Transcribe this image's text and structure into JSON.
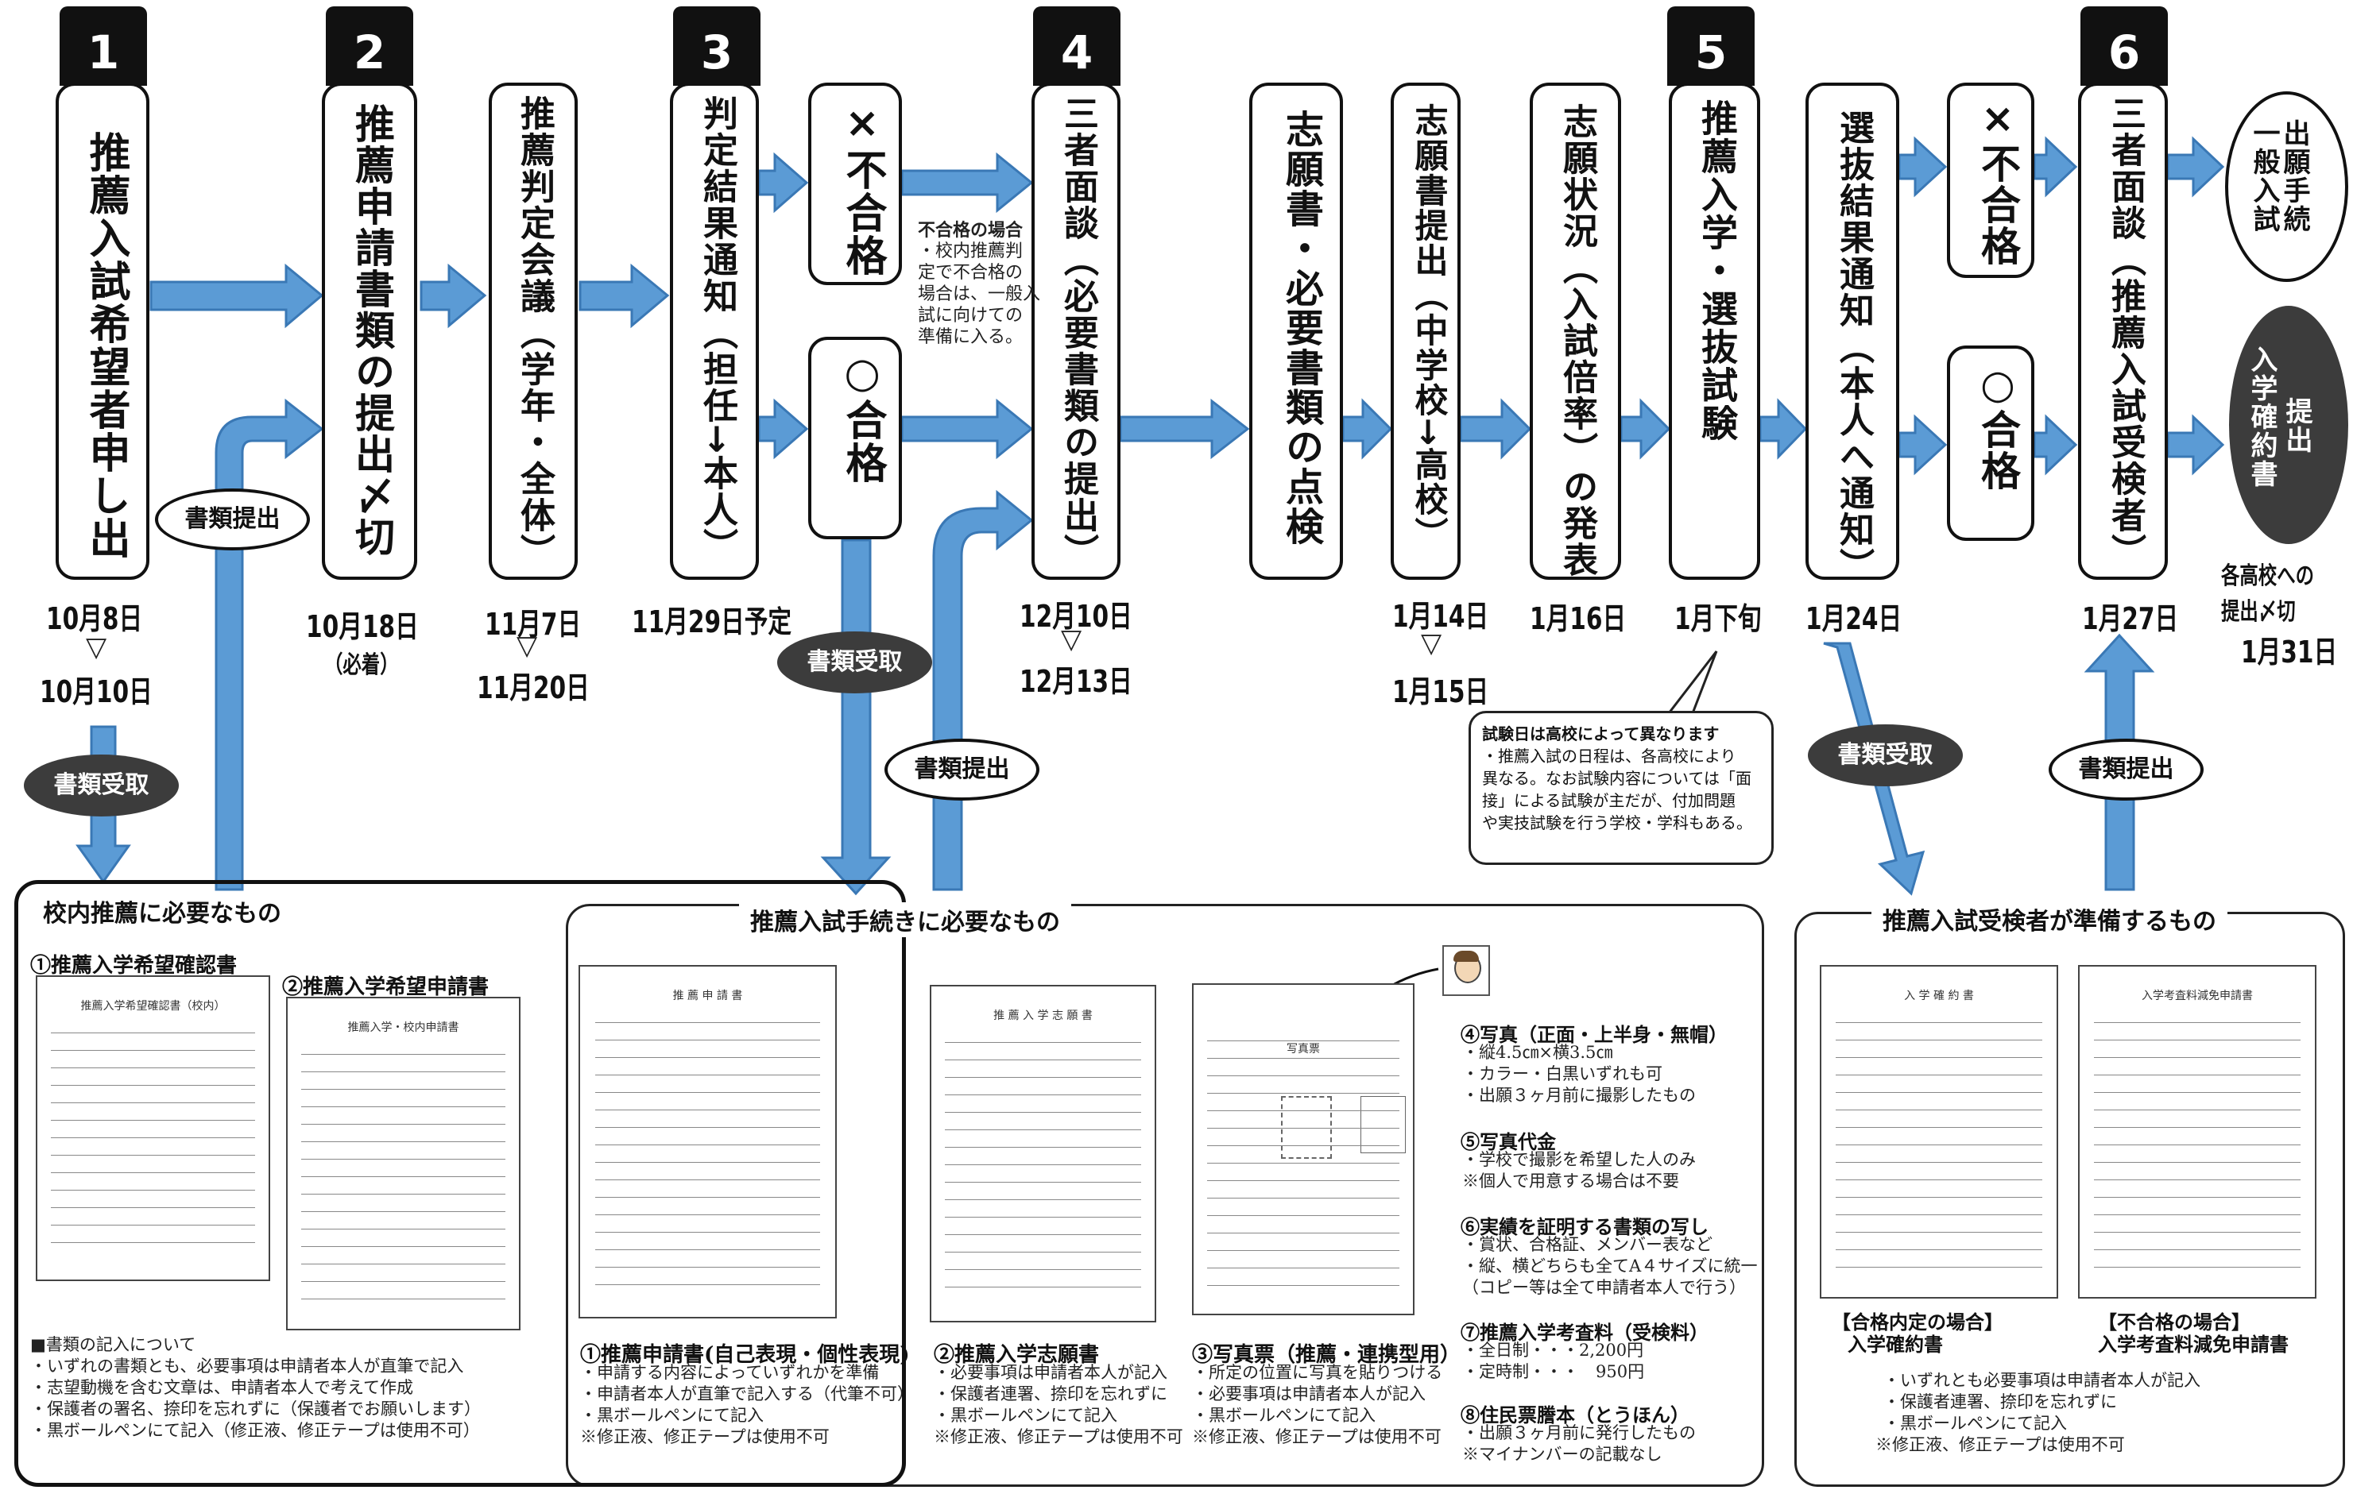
{
  "steps": [
    "1",
    "2",
    "3",
    "4",
    "5",
    "6"
  ],
  "boxes": {
    "b1": "推薦入試希望者申し出",
    "b2": "推薦申請書類の提出〆切",
    "b2b": "推薦判定会議（学年・全体）",
    "b3": "判定結果通知（担任→本人）",
    "fail1": "×不合格",
    "pass1": "○合格",
    "b4": "三者面談（必要書類の提出）",
    "check": "志願書・必要書類の点検",
    "submit": "志願書提出（中学校→高校）",
    "ratio": "志願状況（入試倍率）の発表",
    "b5": "推薦入学・選抜試験",
    "result": "選抜結果通知（本人へ通知）",
    "fail2": "×不合格",
    "pass2": "○合格",
    "b6": "三者面談（推薦入試受検者）"
  },
  "general_exam": [
    "出願手続",
    "一般入試"
  ],
  "enroll": [
    "提出",
    "入学確約書"
  ],
  "dates": {
    "d1a": "10月8日",
    "d1b": "10月10日",
    "d2": "10月18日",
    "d2note": "（必着）",
    "d3a": "11月7日",
    "d3b": "11月20日",
    "d4": "11月29日予定",
    "d5a": "12月10日",
    "d5b": "12月13日",
    "d6a": "1月14日",
    "d6b": "1月15日",
    "d7": "1月16日",
    "d8": "1月下旬",
    "d9": "1月24日",
    "d10": "1月27日",
    "d11a": "各高校への",
    "d11b": "提出〆切",
    "d11c": "1月31日"
  },
  "tilde": "▽",
  "fail_note": [
    "不合格の場合",
    "・校内推薦判",
    "定で不合格の",
    "場合は、一般入",
    "試に向けての",
    "準備に入る。"
  ],
  "callout": [
    "試験日は高校によって異なります",
    "・推薦入試の日程は、各高校により",
    "異なる。なお試験内容については「面",
    "接」による試験が主だが、付加問題",
    "や実技試験を行う学校・学科もある。"
  ],
  "ovals": {
    "submit1": "書類提出",
    "receive1": "書類受取",
    "receive2": "書類受取",
    "submit2": "書類提出",
    "receive3": "書類受取",
    "submit3": "書類提出"
  },
  "panels": {
    "school": "校内推薦に必要なもの",
    "procedure": "推薦入試手続きに必要なもの",
    "examinee": "推薦入試受検者が準備するもの"
  },
  "school_docs": {
    "doc1": "①推薦入学希望確認書",
    "doc2": "②推薦入学希望申請書",
    "doc1_title": "推薦入学希望確認書（校内）",
    "doc2_title": "推薦入学・校内申請書",
    "notes": [
      "■書類の記入について",
      "・いずれの書類とも、必要事項は申請者本人が直筆で記入",
      "・志望動機を含む文章は、申請者本人で考えて作成",
      "・保護者の署名、捺印を忘れずに（保護者でお願いします）",
      "・黒ボールペンにて記入（修正液、修正テープは使用不可）"
    ]
  },
  "proc_docs": {
    "c1": "①推薦申請書(自己表現・個性表現)",
    "c1_notes": [
      "・申請する内容によっていずれかを準備",
      "・申請者本人が直筆で記入する（代筆不可）",
      "・黒ボールペンにて記入",
      "※修正液、修正テープは使用不可"
    ],
    "c1_title": "推 薦 申 請 書",
    "c2": "②推薦入学志願書",
    "c2_notes": [
      "・必要事項は申請者本人が記入",
      "・保護者連署、捺印を忘れずに",
      "・黒ボールペンにて記入",
      "※修正液、修正テープは使用不可"
    ],
    "c2_title": "推 薦 入 学 志 願 書",
    "c3": "③写真票（推薦・連携型用）",
    "c3_notes": [
      "・所定の位置に写真を貼りつける",
      "・必要事項は申請者本人が記入",
      "・黒ボールペンにて記入",
      "※修正液、修正テープは使用不可"
    ],
    "c3_title": "写真票",
    "r4": "④写真（正面・上半身・無帽）",
    "r4_notes": [
      "・縦4.5㎝×横3.5㎝",
      "・カラー・白黒いずれも可",
      "・出願３ヶ月前に撮影したもの"
    ],
    "r5": "⑤写真代金",
    "r5_notes": [
      "・学校で撮影を希望した人のみ",
      "※個人で用意する場合は不要"
    ],
    "r6": "⑥実績を証明する書類の写し",
    "r6_notes": [
      "・賞状、合格証、メンバー表など",
      "・縦、横どちらも全てA４サイズに統一",
      "（コピー等は全て申請者本人で行う）"
    ],
    "r7": "⑦推薦入学考査料（受検料）",
    "r7_notes": [
      "・全日制・・・2,200円",
      "・定時制・・・　950円"
    ],
    "r8": "⑧住民票謄本（とうほん）",
    "r8_notes": [
      "・出願３ヶ月前に発行したもの",
      "※マイナンバーの記載なし"
    ]
  },
  "exam_docs": {
    "e1": "【合格内定の場合】",
    "e1b": "入学確約書",
    "e1_title": "入 学 確 約 書",
    "e2": "【不合格の場合】",
    "e2b": "入学考査料減免申請書",
    "e2_title": "入学考査料減免申請書",
    "notes": [
      "・いずれとも必要事項は申請者本人が記入",
      "・保護者連署、捺印を忘れずに",
      "・黒ボールペンにて記入",
      "※修正液、修正テープは使用不可"
    ]
  },
  "colors": {
    "arrow": "#5b9bd5",
    "arrow_edge": "#3a78b5",
    "dark": "#111111",
    "oval_dark": "#3c3c3c"
  }
}
